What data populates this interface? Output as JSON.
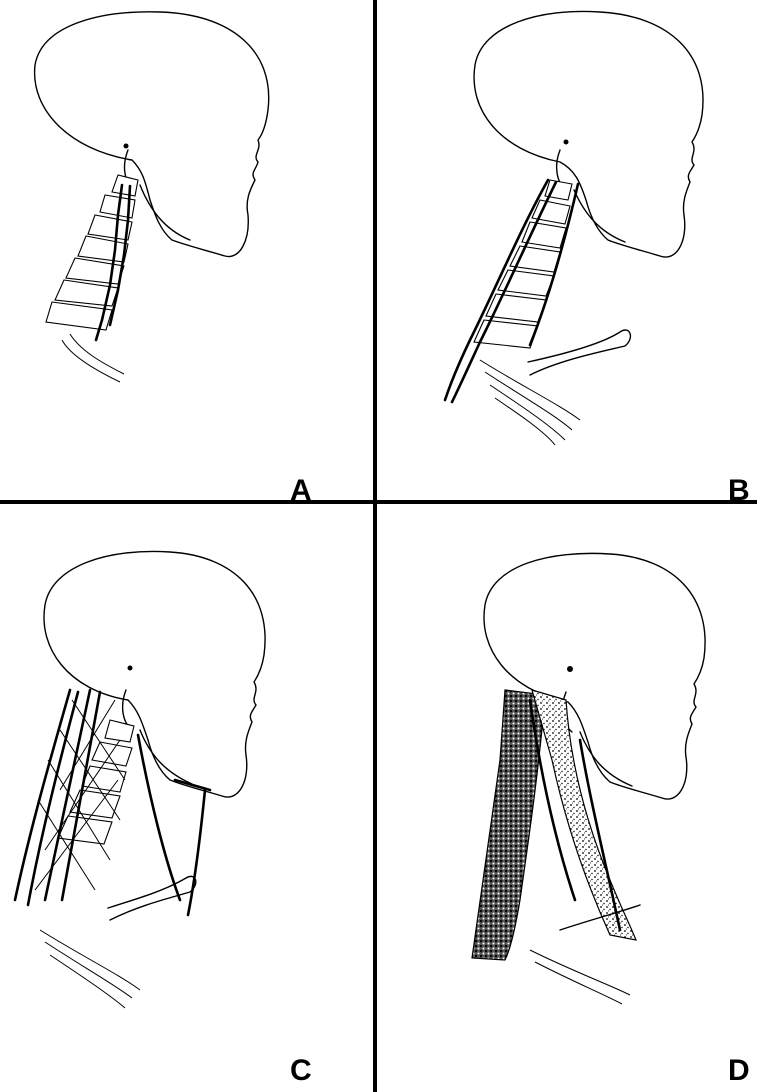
{
  "panels": [
    {
      "id": "A",
      "label": "A"
    },
    {
      "id": "B",
      "label": "B"
    },
    {
      "id": "C",
      "label": "C"
    },
    {
      "id": "D",
      "label": "D"
    }
  ],
  "colors": {
    "ink": "#000000",
    "paper": "#ffffff"
  }
}
